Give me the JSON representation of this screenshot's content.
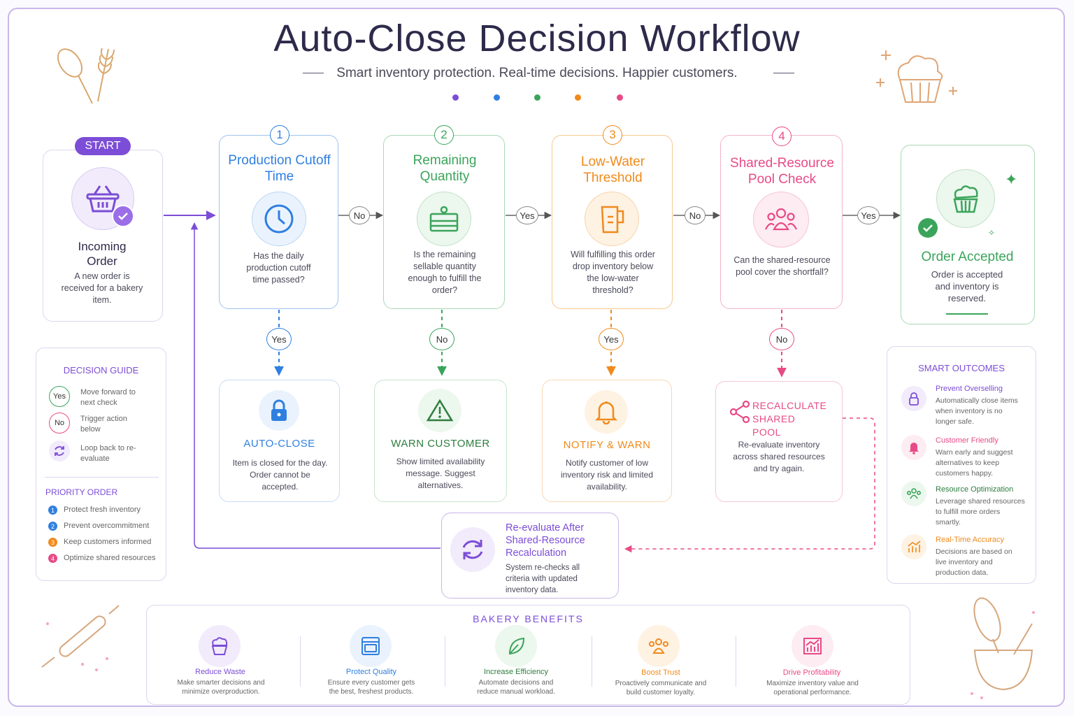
{
  "title": "Auto-Close Decision Workflow",
  "subtitle": "Smart inventory protection. Real-time decisions. Happier customers.",
  "colors": {
    "purple": "#7c4dd6",
    "blue": "#2f7fe0",
    "green": "#3aa55a",
    "orange": "#f08a1c",
    "pink": "#e84a86"
  },
  "start": {
    "badge": "START",
    "title_line1": "Incoming",
    "title_line2": "Order",
    "text": "A new order is received for a bakery item.",
    "icon": "shopping-basket-icon"
  },
  "steps": [
    {
      "num": "1",
      "title": "Production Cutoff Time",
      "question": "Has the daily production cutoff time passed?",
      "icon": "clock-icon",
      "out_label": "No",
      "down_label": "Yes",
      "action": {
        "title": "AUTO-CLOSE",
        "text": "Item is closed for the day. Order cannot be accepted.",
        "icon": "lock-icon"
      }
    },
    {
      "num": "2",
      "title": "Remaining Quantity",
      "question": "Is the remaining sellable quantity enough to fulfill the order?",
      "icon": "cake-slice-icon",
      "out_label": "Yes",
      "down_label": "No",
      "action": {
        "title": "WARN CUSTOMER",
        "text": "Show limited availability message. Suggest alternatives.",
        "icon": "warning-icon"
      }
    },
    {
      "num": "3",
      "title": "Low-Water Threshold",
      "question": "Will fulfilling this order drop inventory below the low-water threshold?",
      "icon": "measuring-jug-icon",
      "out_label": "No",
      "down_label": "Yes",
      "action": {
        "title": "NOTIFY & WARN",
        "text": "Notify customer of low inventory risk and limited availability.",
        "icon": "bell-icon"
      }
    },
    {
      "num": "4",
      "title": "Shared-Resource Pool Check",
      "question": "Can the shared-resource pool cover the shortfall?",
      "icon": "team-icon",
      "out_label": "Yes",
      "down_label": "No",
      "action": {
        "title": "RECALCULATE SHARED POOL",
        "text": "Re-evaluate inventory across shared resources and try again.",
        "icon": "share-icon"
      }
    }
  ],
  "accepted": {
    "title": "Order Accepted",
    "text": "Order is accepted and inventory is reserved.",
    "icon": "cupcake-icon"
  },
  "reevaluate": {
    "title": "Re-evaluate After Shared-Resource Recalculation",
    "text": "System re-checks all criteria with updated inventory data.",
    "icon": "refresh-icon"
  },
  "decision_guide": {
    "title": "DECISION GUIDE",
    "items": [
      {
        "badge": "Yes",
        "text": "Move forward to next check"
      },
      {
        "badge": "No",
        "text": "Trigger action below"
      },
      {
        "badge": "loop",
        "text": "Loop back to re-evaluate"
      }
    ],
    "priority_title": "PRIORITY ORDER",
    "priorities": [
      {
        "num": "1",
        "text": "Protect fresh inventory"
      },
      {
        "num": "2",
        "text": "Prevent overcommitment"
      },
      {
        "num": "3",
        "text": "Keep customers informed"
      },
      {
        "num": "4",
        "text": "Optimize shared resources"
      }
    ]
  },
  "smart_outcomes": {
    "title": "SMART OUTCOMES",
    "items": [
      {
        "title": "Prevent Overselling",
        "text": "Automatically close items when inventory is no longer safe.",
        "icon": "lock-icon"
      },
      {
        "title": "Customer Friendly",
        "text": "Warn early and suggest alternatives to keep customers happy.",
        "icon": "bell-icon"
      },
      {
        "title": "Resource Optimization",
        "text": "Leverage shared resources to fulfill more orders smartly.",
        "icon": "team-icon"
      },
      {
        "title": "Real-Time Accuracy",
        "text": "Decisions are based on live inventory and production data.",
        "icon": "chart-icon"
      }
    ]
  },
  "benefits": {
    "title": "BAKERY BENEFITS",
    "items": [
      {
        "title": "Reduce Waste",
        "text": "Make smarter decisions and minimize overproduction.",
        "icon": "cupcake-icon"
      },
      {
        "title": "Protect Quality",
        "text": "Ensure every customer gets the best, freshest products.",
        "icon": "oven-icon"
      },
      {
        "title": "Increase Efficiency",
        "text": "Automate decisions and reduce manual workload.",
        "icon": "leaf-icon"
      },
      {
        "title": "Boost Trust",
        "text": "Proactively communicate and build customer loyalty.",
        "icon": "team-icon"
      },
      {
        "title": "Drive Profitability",
        "text": "Maximize inventory value and operational performance.",
        "icon": "chart-icon"
      }
    ]
  }
}
